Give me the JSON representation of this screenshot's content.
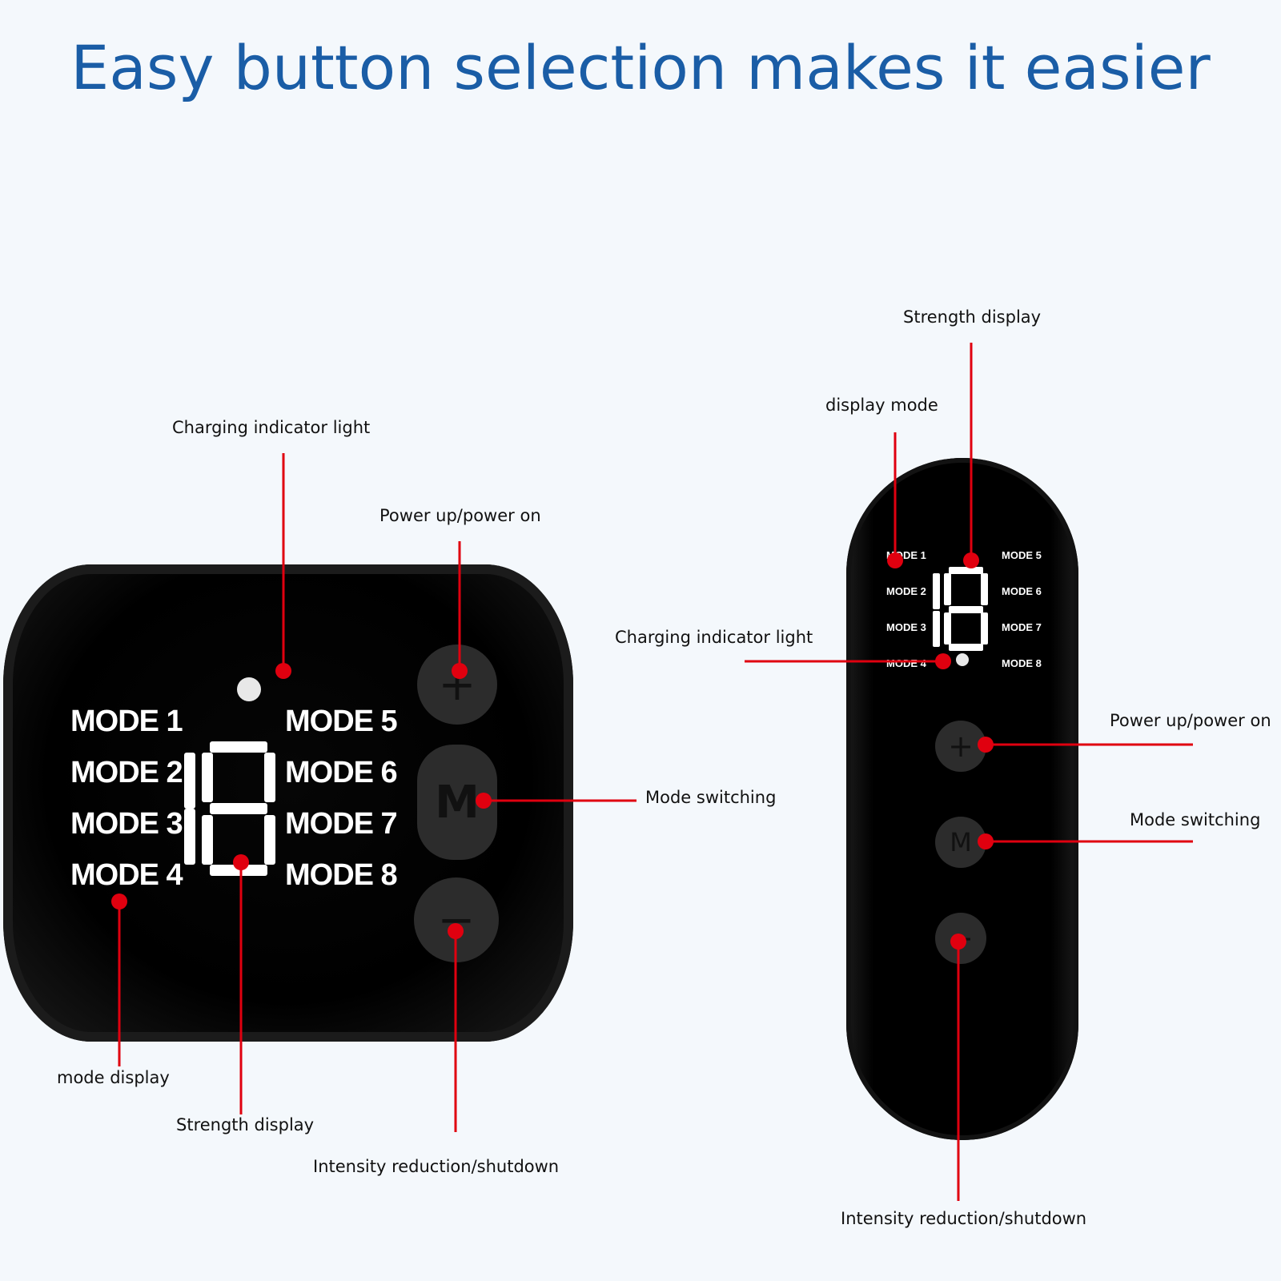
{
  "title": "Easy button selection makes it easier",
  "left_device": {
    "modes_left": [
      "MODE 1",
      "MODE 2",
      "MODE 3",
      "MODE 4"
    ],
    "modes_right": [
      "MODE 5",
      "MODE 6",
      "MODE 7",
      "MODE 8"
    ],
    "buttons": {
      "plus": "+",
      "mode": "M",
      "minus": "−"
    },
    "labels": {
      "charging": "Charging indicator light",
      "power": "Power up/power on",
      "mode_switching": "Mode switching",
      "mode_display": "mode display",
      "strength": "Strength display",
      "intensity": "Intensity reduction/shutdown"
    }
  },
  "right_device": {
    "modes_left": [
      "MODE 1",
      "MODE 2",
      "MODE 3",
      "MODE 4"
    ],
    "modes_right": [
      "MODE 5",
      "MODE 6",
      "MODE 7",
      "MODE 8"
    ],
    "buttons": {
      "plus": "+",
      "mode": "M",
      "minus": "−"
    },
    "labels": {
      "strength": "Strength display",
      "display_mode": "display mode",
      "charging": "Charging indicator light",
      "power": "Power up/power on",
      "mode_switching": "Mode switching",
      "intensity": "Intensity reduction/shutdown"
    }
  },
  "colors": {
    "accent": "#e0000f",
    "title": "#1a5da6"
  }
}
